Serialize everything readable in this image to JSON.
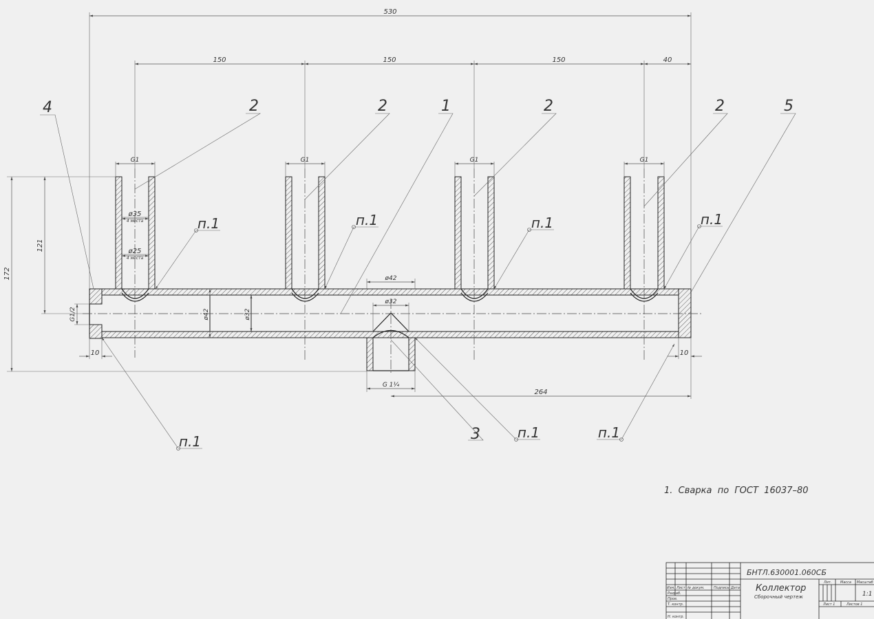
{
  "dimensions": {
    "overall_width": "530",
    "pitch_1": "150",
    "pitch_2": "150",
    "pitch_3": "150",
    "end_offset": "40",
    "height_total": "172",
    "height_121": "121",
    "thread_g1_1": "G1",
    "thread_g1_2": "G1",
    "thread_g1_3": "G1",
    "thread_g1_4": "G1",
    "dia_35": "ø35",
    "dia_35_note": "4 места",
    "dia_25": "ø25",
    "dia_25_note": "4 места",
    "dia_42_top": "ø42",
    "dia_32_top": "ø32",
    "dia_42_side": "ø42",
    "dia_32_side": "ø32",
    "thread_g12": "G1/2",
    "left_10": "10",
    "right_10": "10",
    "bottom_thread": "G 1¼",
    "len_264": "264"
  },
  "callouts": {
    "pos_4": "4",
    "pos_2a": "2",
    "pos_2b": "2",
    "pos_1": "1",
    "pos_2c": "2",
    "pos_2d": "2",
    "pos_5": "5",
    "pos_3": "3",
    "weld_1": "п.1",
    "weld_2": "п.1",
    "weld_3": "п.1",
    "weld_4": "п.1",
    "weld_5": "п.1",
    "weld_6": "п.1",
    "weld_7": "п.1"
  },
  "notes": {
    "note_1": "1.  Сварка  по  ГОСТ  16037–80"
  },
  "title_block": {
    "doc_code": "БНТЛ.630001.060СБ",
    "name": "Коллектор",
    "doc_type": "Сборочный чертеж",
    "col_izm": "Изм.",
    "col_list": "Лист",
    "col_ndokum": "№ докум.",
    "col_podpis": "Подпись",
    "col_data": "Дата",
    "row_razrab": "Разраб.",
    "row_prov": "Пров.",
    "row_tkontr": "Т. контр.",
    "row_nkontr": "Н. контр.",
    "hdr_lit": "Лит.",
    "hdr_massa": "Масса",
    "hdr_masshtab": "Масштаб",
    "scale": "1:1",
    "sheet": "Лист 1",
    "sheets": "Листов 1"
  }
}
